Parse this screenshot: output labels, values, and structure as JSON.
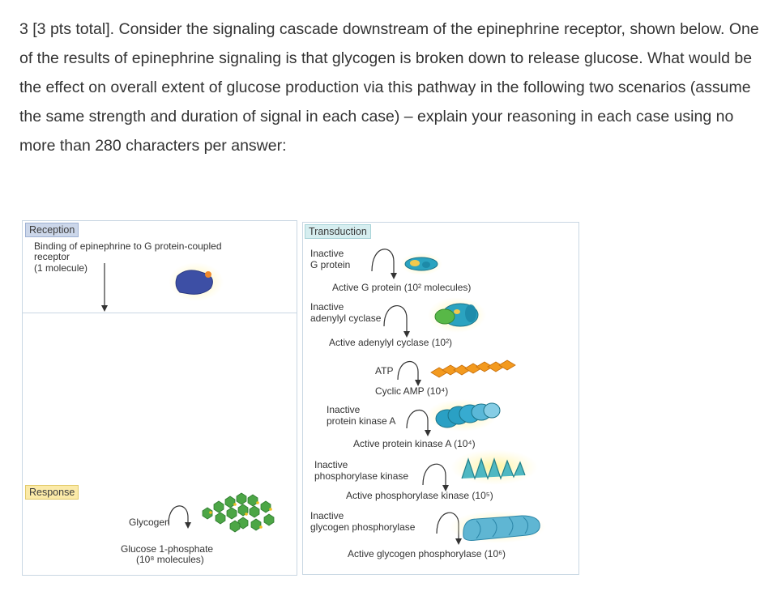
{
  "question": {
    "text": "3 [3 pts total]. Consider the signaling cascade downstream of the epinephrine receptor, shown below. One of the results of epinephrine signaling is that glycogen is broken down to release glucose. What would be the effect on overall extent of glucose production via this pathway in the following two scenarios (assume the same strength and duration of signal in each case) – explain your reasoning in each case using no more than 280 characters per answer:"
  },
  "figure": {
    "reception": {
      "tag": "Reception",
      "line1": "Binding of epinephrine to G protein-coupled",
      "line2": "receptor",
      "line3": "(1 molecule)"
    },
    "transduction": {
      "tag": "Transduction",
      "inactive_g_1": "Inactive",
      "inactive_g_2": "G protein",
      "active_g": "Active G protein (10² molecules)",
      "inactive_ac_1": "Inactive",
      "inactive_ac_2": "adenylyl cyclase",
      "active_ac": "Active adenylyl cyclase (10²)",
      "atp": "ATP",
      "camp": "Cyclic AMP (10⁴)",
      "inactive_pka_1": "Inactive",
      "inactive_pka_2": "protein kinase A",
      "active_pka": "Active protein kinase A (10⁴)",
      "inactive_phk_1": "Inactive",
      "inactive_phk_2": "phosphorylase kinase",
      "active_phk": "Active phosphorylase kinase (10⁵)",
      "inactive_gp_1": "Inactive",
      "inactive_gp_2": "glycogen phosphorylase",
      "active_gp": "Active glycogen phosphorylase (10⁶)"
    },
    "response": {
      "tag": "Response",
      "glycogen": "Glycogen",
      "glucose_1": "Glucose 1-phosphate",
      "glucose_2": "(10⁸ molecules)"
    }
  }
}
